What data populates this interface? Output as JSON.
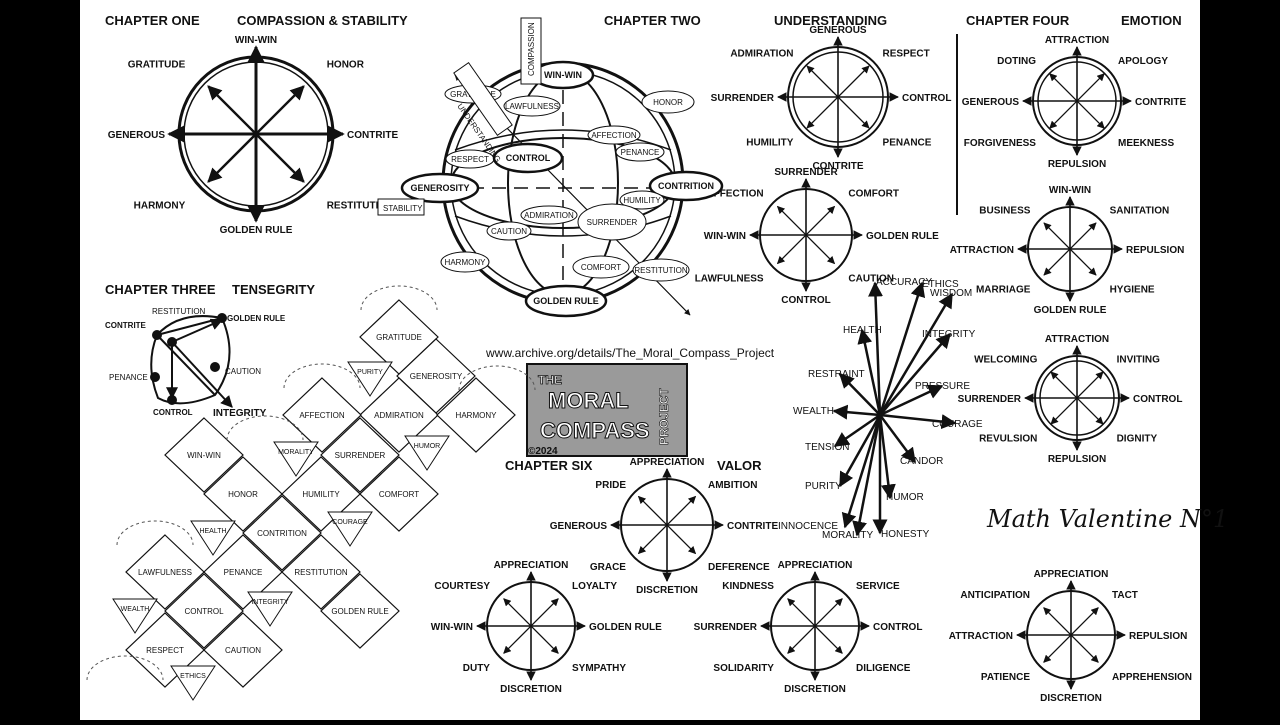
{
  "headings": {
    "ch1": "CHAPTER ONE",
    "ch1_title": "COMPASSION & STABILITY",
    "ch2": "CHAPTER TWO",
    "ch2_title": "UNDERSTANDING",
    "ch3": "CHAPTER THREE",
    "ch3_title": "TENSEGRITY",
    "ch4": "CHAPTER FOUR",
    "ch4_title": "EMOTION",
    "ch6": "CHAPTER SIX",
    "ch6_title": "VALOR"
  },
  "url": "www.archive.org/details/The_Moral_Compass_Project",
  "signature": "Math Valentine N°1",
  "logo": {
    "line1": "THE",
    "line2": "MORAL",
    "line3": "COMPASS",
    "side": "PROJECT",
    "year": "©2024"
  },
  "compass_ch1": {
    "n": "WIN-WIN",
    "ne": "HONOR",
    "e": "CONTRITE",
    "se": "RESTITUTION",
    "s": "GOLDEN RULE",
    "sw": "HARMONY",
    "w": "GENEROUS",
    "nw": "GRATITUDE"
  },
  "compass_ch2": {
    "n": "GENEROUS",
    "ne": "RESPECT",
    "e": "CONTROL",
    "se": "PENANCE",
    "s": "CONTRITE",
    "sw": "HUMILITY",
    "w": "SURRENDER",
    "nw": "ADMIRATION"
  },
  "compass_ch2b": {
    "n": "SURRENDER",
    "ne": "COMFORT",
    "e": "GOLDEN RULE",
    "se": "CAUTION",
    "s": "CONTROL",
    "sw": "LAWFULNESS",
    "w": "WIN-WIN",
    "nw": "AFFECTION"
  },
  "compass_ch4a": {
    "n": "ATTRACTION",
    "ne": "APOLOGY",
    "e": "CONTRITE",
    "se": "MEEKNESS",
    "s": "REPULSION",
    "sw": "FORGIVENESS",
    "w": "GENEROUS",
    "nw": "DOTING"
  },
  "compass_ch4b": {
    "n": "WIN-WIN",
    "ne": "SANITATION",
    "e": "REPULSION",
    "se": "HYGIENE",
    "s": "GOLDEN RULE",
    "sw": "MARRIAGE",
    "w": "ATTRACTION",
    "nw": "BUSINESS"
  },
  "compass_ch4c": {
    "n": "ATTRACTION",
    "ne": "INVITING",
    "e": "CONTROL",
    "se": "DIGNITY",
    "s": "REPULSION",
    "sw": "REVULSION",
    "w": "SURRENDER",
    "nw": "WELCOMING"
  },
  "compass_ch6": {
    "n": "APPRECIATION",
    "ne": "AMBITION",
    "e": "CONTRITE",
    "se": "DEFERENCE",
    "s": "DISCRETION",
    "sw": "GRACE",
    "w": "GENEROUS",
    "nw": "PRIDE"
  },
  "compass_b1": {
    "n": "APPRECIATION",
    "ne": "LOYALTY",
    "e": "GOLDEN RULE",
    "se": "SYMPATHY",
    "s": "DISCRETION",
    "sw": "DUTY",
    "w": "WIN-WIN",
    "nw": "COURTESY"
  },
  "compass_b2": {
    "n": "APPRECIATION",
    "ne": "SERVICE",
    "e": "CONTROL",
    "se": "DILIGENCE",
    "s": "DISCRETION",
    "sw": "SOLIDARITY",
    "w": "SURRENDER",
    "nw": "KINDNESS"
  },
  "compass_b3": {
    "n": "APPRECIATION",
    "ne": "TACT",
    "e": "REPULSION",
    "se": "APPREHENSION",
    "s": "DISCRETION",
    "sw": "PATIENCE",
    "w": "ATTRACTION",
    "nw": "ANTICIPATION"
  },
  "globe": {
    "win_win": "WIN-WIN",
    "lawfulness": "LAWFULNESS",
    "gratitude": "GRATITUDE",
    "honor": "HONOR",
    "respect": "RESPECT",
    "control": "CONTROL",
    "affection": "AFFECTION",
    "penance": "PENANCE",
    "generosity": "GENEROSITY",
    "contrition": "CONTRITION",
    "humility": "HUMILITY",
    "admiration": "ADMIRATION",
    "surrender": "SURRENDER",
    "caution": "CAUTION",
    "harmony": "HARMONY",
    "comfort": "COMFORT",
    "restitution": "RESTITUTION",
    "golden_rule": "GOLDEN RULE",
    "compassion": "COMPASSION",
    "understanding": "UNDERSTANDING",
    "stability": "STABILITY"
  },
  "tensegrity": {
    "restitution": "RESTITUTION",
    "golden_rule": "GOLDEN RULE",
    "contrite": "CONTRITE",
    "penance": "PENANCE",
    "caution": "CAUTION",
    "control": "CONTROL",
    "integrity": "INTEGRITY"
  },
  "burst": {
    "accuracy": "ACCURACY",
    "ethics": "ETHICS",
    "wisdom": "WISDOM",
    "health": "HEALTH",
    "integrity": "INTEGRITY",
    "restraint": "RESTRAINT",
    "pressure": "PRESSURE",
    "wealth": "WEALTH",
    "courage": "COURAGE",
    "tension": "TENSION",
    "candor": "CANDOR",
    "purity": "PURITY",
    "humor": "HUMOR",
    "innocence": "INNOCENCE",
    "morality": "MORALITY",
    "honesty": "HONESTY"
  },
  "net": {
    "gratitude": "GRATITUDE",
    "purity": "PURITY",
    "generosity": "GENEROSITY",
    "affection": "AFFECTION",
    "admiration": "ADMIRATION",
    "harmony": "HARMONY",
    "win_win": "WIN-WIN",
    "morality": "MORALITY",
    "surrender": "SURRENDER",
    "humor": "HUMOR",
    "honor": "HONOR",
    "humility": "HUMILITY",
    "comfort": "COMFORT",
    "health": "HEALTH",
    "contrition": "CONTRITION",
    "courage": "COURAGE",
    "lawfulness": "LAWFULNESS",
    "penance": "PENANCE",
    "restitution": "RESTITUTION",
    "wealth": "WEALTH",
    "control": "CONTROL",
    "integrity": "INTEGRITY",
    "golden_rule": "GOLDEN RULE",
    "respect": "RESPECT",
    "caution": "CAUTION",
    "ethics": "ETHICS"
  }
}
